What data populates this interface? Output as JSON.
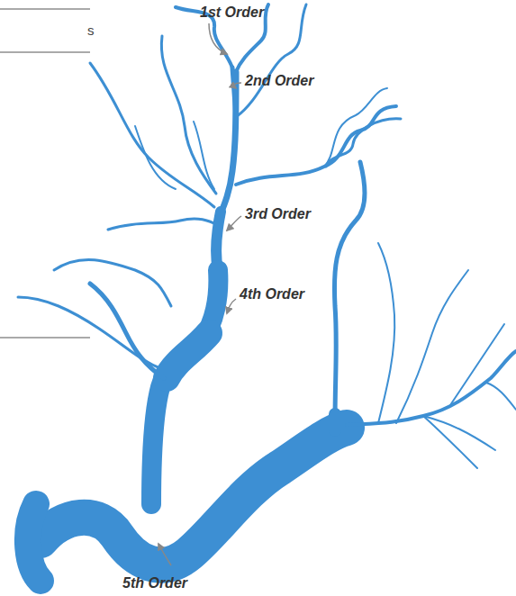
{
  "diagram": {
    "labels": [
      "s",
      "1st Order",
      "2nd Order",
      "3rd Order",
      "4th Order",
      "5th Order"
    ]
  }
}
